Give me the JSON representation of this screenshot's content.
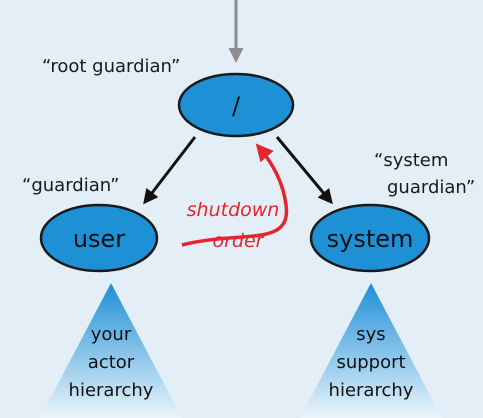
{
  "colors": {
    "background": "#e4eef7",
    "node_fill": "#1e90d6",
    "node_stroke": "#1a1a1a",
    "arrow_gray": "#8c8c8c",
    "arrow_dark": "#111111",
    "shutdown_red": "#e3262d",
    "triangle_top": "#1e8fd6",
    "triangle_bottom": "#eaf4fb"
  },
  "nodes": {
    "root": {
      "label": "/",
      "caption": "“root guardian”"
    },
    "user": {
      "label": "user",
      "caption": "“guardian”"
    },
    "system": {
      "label": "system",
      "caption_line1": "“system",
      "caption_line2": "guardian”"
    }
  },
  "shutdown": {
    "line1": "shutdown",
    "line2": "order"
  },
  "hierarchies": {
    "user": {
      "line1": "your",
      "line2": "actor",
      "line3": "hierarchy"
    },
    "system": {
      "line1": "sys",
      "line2": "support",
      "line3": "hierarchy"
    }
  }
}
